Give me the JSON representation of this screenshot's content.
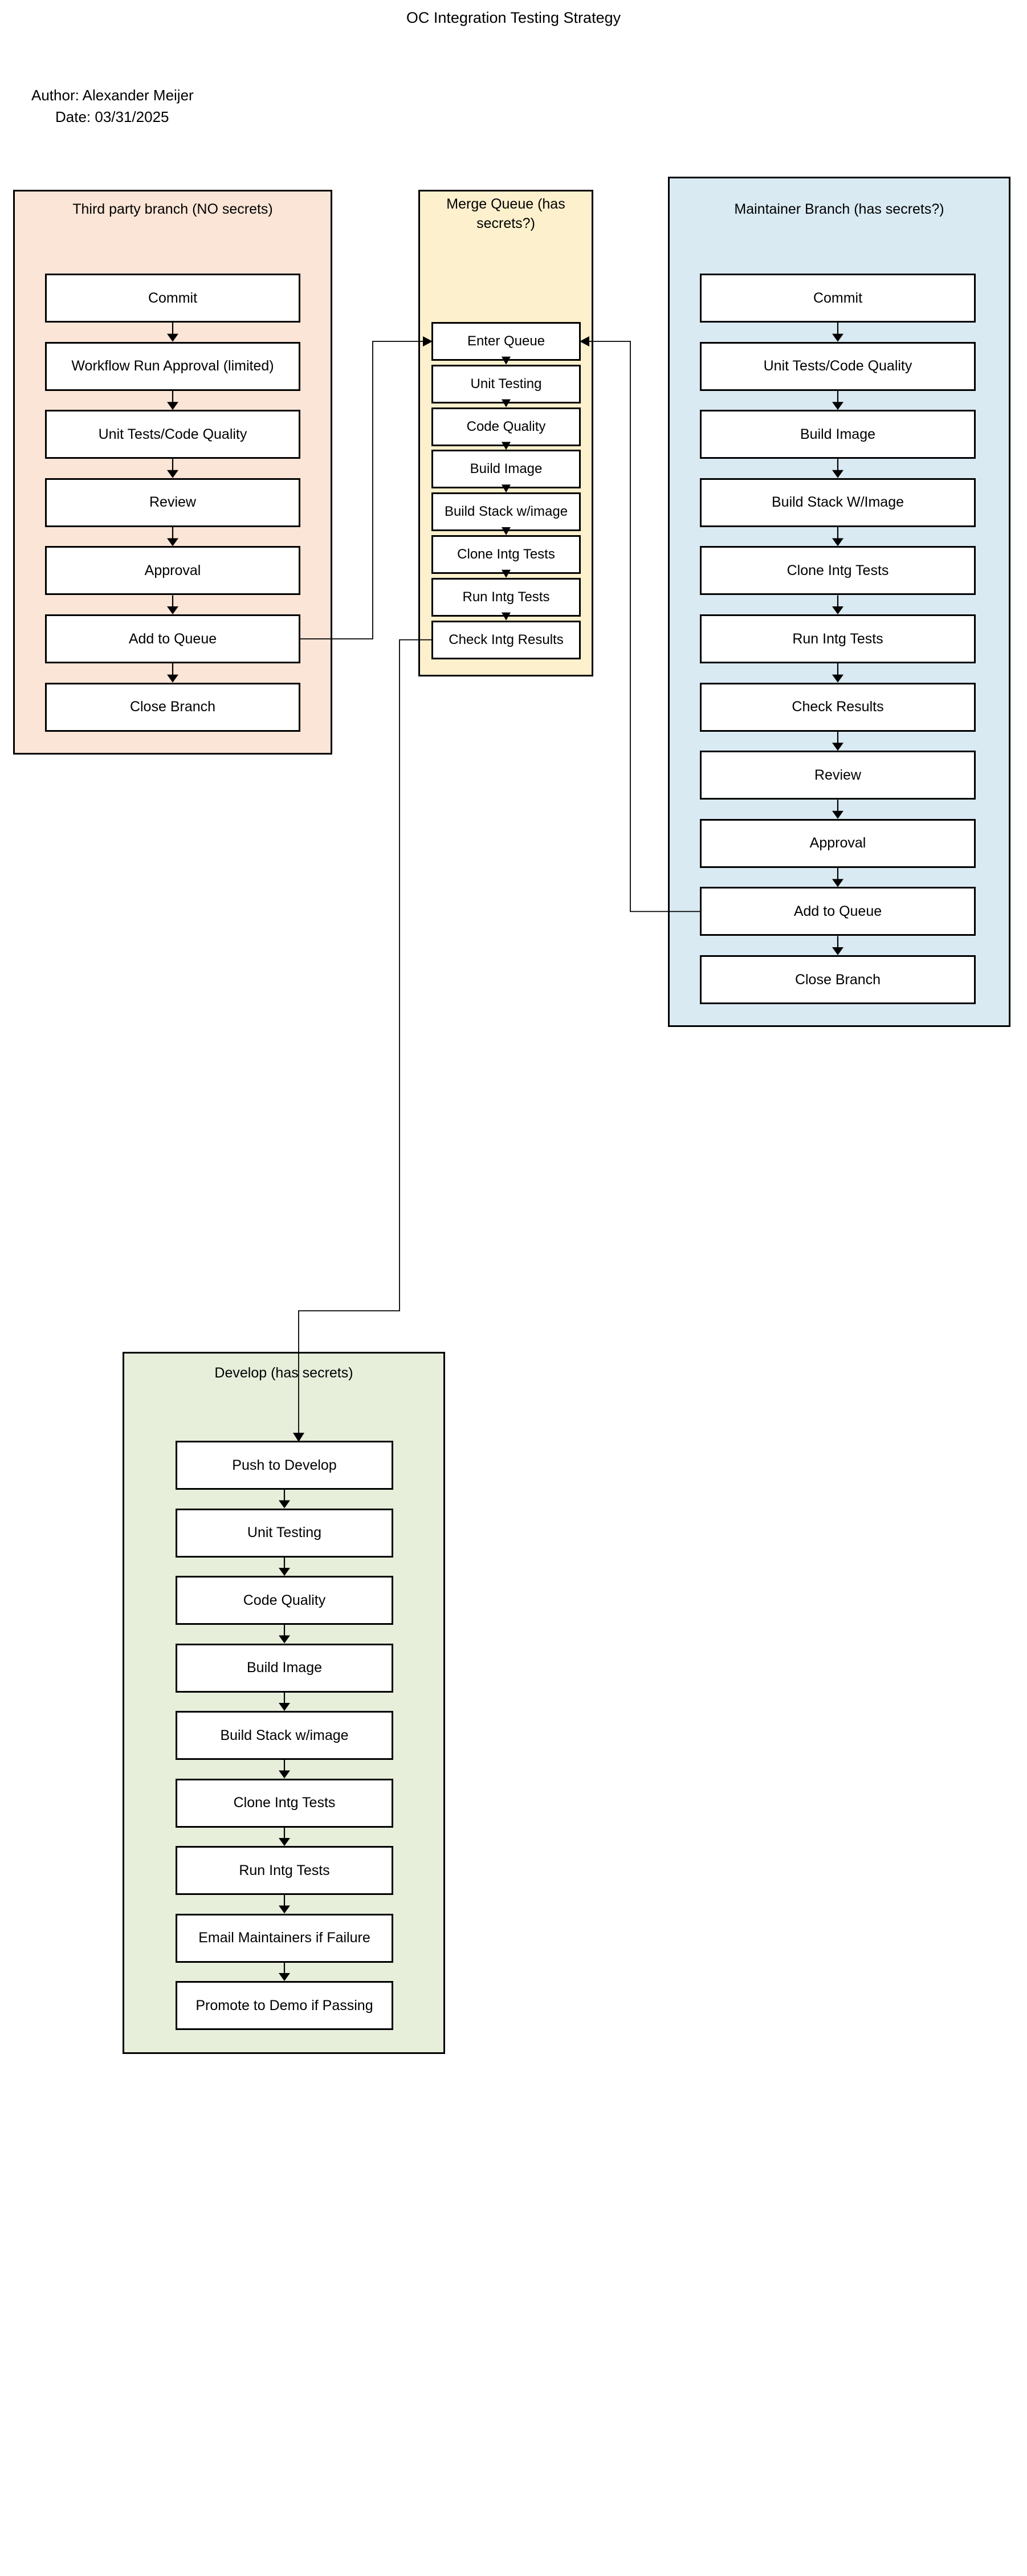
{
  "page": {
    "title": "OC Integration Testing Strategy",
    "author_line": "Author: Alexander Meijer",
    "date_line": "Date: 03/31/2025"
  },
  "colors": {
    "third_party_fill": "#fbe5d6",
    "merge_queue_fill": "#fdf0cd",
    "maintainer_fill": "#d9eaf3",
    "develop_fill": "#e7efdb",
    "node_fill": "#ffffff",
    "stroke": "#000000"
  },
  "lanes": [
    {
      "id": "third-party",
      "title": "Third party branch (NO secrets)",
      "fill": "#fbe5d6",
      "nodes": [
        {
          "label": "Commit"
        },
        {
          "label": "Workflow Run Approval (limited)"
        },
        {
          "label": "Unit Tests/Code Quality"
        },
        {
          "label": "Review"
        },
        {
          "label": "Approval"
        },
        {
          "label": "Add to Queue"
        },
        {
          "label": "Close Branch"
        }
      ]
    },
    {
      "id": "merge-queue",
      "title": "Merge Queue (has secrets?)",
      "fill": "#fdf0cd",
      "nodes": [
        {
          "label": "Enter Queue"
        },
        {
          "label": "Unit Testing"
        },
        {
          "label": "Code Quality"
        },
        {
          "label": "Build Image"
        },
        {
          "label": "Build Stack w/image"
        },
        {
          "label": "Clone Intg Tests"
        },
        {
          "label": "Run Intg Tests"
        },
        {
          "label": "Check Intg Results"
        }
      ]
    },
    {
      "id": "maintainer",
      "title": "Maintainer Branch (has secrets?)",
      "fill": "#d9eaf3",
      "nodes": [
        {
          "label": "Commit"
        },
        {
          "label": "Unit Tests/Code Quality"
        },
        {
          "label": "Build Image"
        },
        {
          "label": "Build Stack W/Image"
        },
        {
          "label": "Clone Intg Tests"
        },
        {
          "label": "Run Intg Tests"
        },
        {
          "label": "Check Results"
        },
        {
          "label": "Review"
        },
        {
          "label": "Approval"
        },
        {
          "label": "Add to Queue"
        },
        {
          "label": "Close Branch"
        }
      ]
    },
    {
      "id": "develop",
      "title": "Develop (has secrets)",
      "fill": "#e7efdb",
      "nodes": [
        {
          "label": "Push to Develop"
        },
        {
          "label": "Unit Testing"
        },
        {
          "label": "Code Quality"
        },
        {
          "label": "Build Image"
        },
        {
          "label": "Build Stack w/image"
        },
        {
          "label": "Clone Intg Tests"
        },
        {
          "label": "Run Intg Tests"
        },
        {
          "label": "Email Maintainers if Failure"
        },
        {
          "label": "Promote to Demo if Passing"
        }
      ]
    }
  ],
  "cross_edges": [
    {
      "from": "third-party:Add to Queue",
      "to": "merge-queue:Enter Queue"
    },
    {
      "from": "maintainer:Add to Queue",
      "to": "merge-queue:Enter Queue"
    },
    {
      "from": "merge-queue:Check Intg Results",
      "to": "develop:Push to Develop"
    }
  ]
}
